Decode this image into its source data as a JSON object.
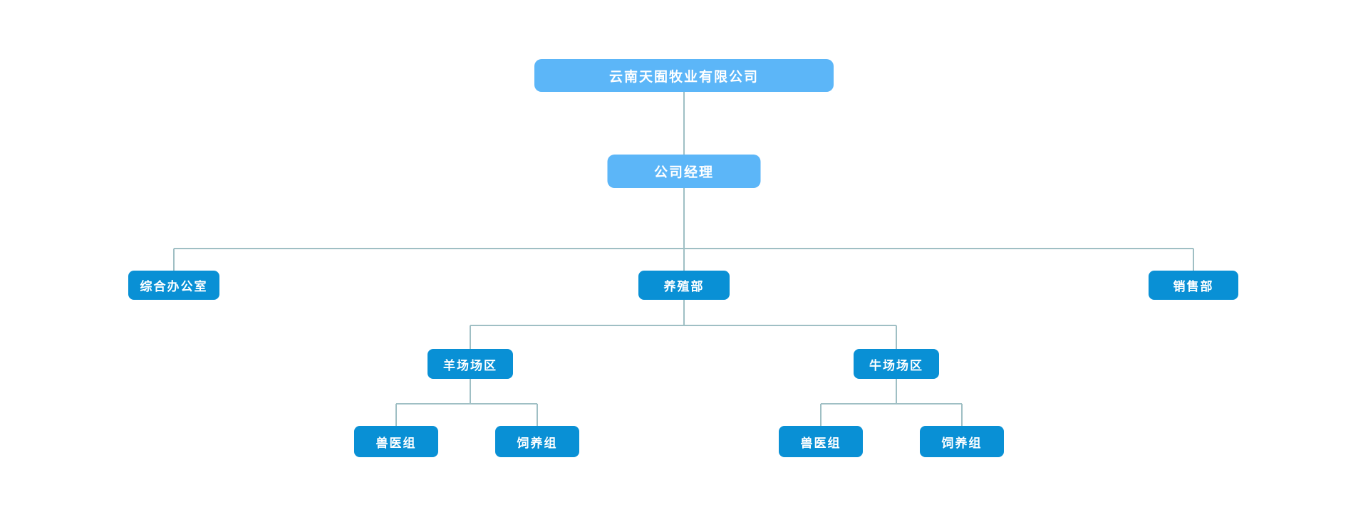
{
  "diagram": {
    "type": "org-chart",
    "title": "云南天囿牧业有限公司"
  },
  "nodes": {
    "company": "云南天囿牧业有限公司",
    "manager": "公司经理",
    "general_office": "综合办公室",
    "breeding_department": "养殖部",
    "sales_department": "销售部",
    "sheep_farm_area": "羊场场区",
    "cattle_farm_area": "牛场场区",
    "sheep_vet_group": "兽医组",
    "sheep_feeding_group": "饲养组",
    "cattle_vet_group": "兽医组",
    "cattle_feeding_group": "饲养组"
  },
  "hierarchy": {
    "root": "云南天囿牧业有限公司",
    "children": [
      {
        "label": "公司经理",
        "children": [
          {
            "label": "综合办公室"
          },
          {
            "label": "养殖部",
            "children": [
              {
                "label": "羊场场区",
                "children": [
                  {
                    "label": "兽医组"
                  },
                  {
                    "label": "饲养组"
                  }
                ]
              },
              {
                "label": "牛场场区",
                "children": [
                  {
                    "label": "兽医组"
                  },
                  {
                    "label": "饲养组"
                  }
                ]
              }
            ]
          },
          {
            "label": "销售部"
          }
        ]
      }
    ]
  },
  "colors": {
    "level_1_2_fill": "#5cb6f8",
    "level_3_5_fill": "#0990d5",
    "node_text": "#ffffff",
    "connector": "#9fbfc4",
    "background": "#ffffff"
  }
}
